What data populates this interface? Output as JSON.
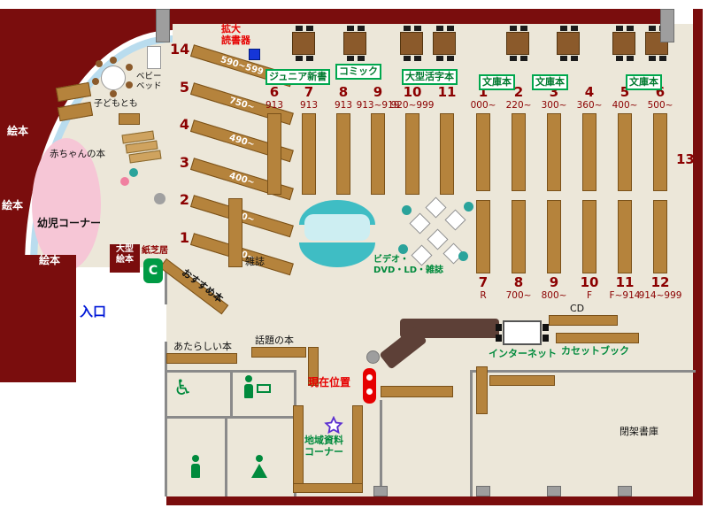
{
  "colors": {
    "wall": "#7a0d0d",
    "floor": "#ece7d9",
    "shelf": "#b5833c",
    "shelf_border": "#7a5119",
    "table": "#8b5a2b",
    "accent_blue": "#b9dcee",
    "pink": "#f6c6d6",
    "green": "#008a3c",
    "maroon": "#8b0000",
    "counter": "#5d4037",
    "teal": "#3fbdc4",
    "teal_light": "#cdeef2",
    "red": "#e60000",
    "blue": "#0018d8",
    "gray": "#9e9e9e"
  },
  "children_area": {
    "infant_corner": "幼児コーナー",
    "baby_books": "赤ちゃんの本",
    "picture_books_1": "絵本",
    "picture_books_2": "絵本",
    "picture_books_3": "絵本",
    "large_picture_books_line1": "大型",
    "large_picture_books_line2": "絵本",
    "kamishibai": "紙芝居",
    "c_seat": "C",
    "baby_bed_line1": "ベビー",
    "baby_bed_line2": "ベッド",
    "kodomo_no_tomo": "子どもとも"
  },
  "entrance_label": "入口",
  "magnifier": {
    "line1": "拡大",
    "line2": "読書器"
  },
  "green_boxes": [
    {
      "label": "ジュニア新書"
    },
    {
      "label": "コミック"
    },
    {
      "label": "大型活字本"
    },
    {
      "label": "文庫本"
    },
    {
      "label": "文庫本"
    },
    {
      "label": "文庫本"
    }
  ],
  "diagonal_shelves": [
    {
      "no": "14",
      "range": "590~599"
    },
    {
      "no": "5",
      "range": "750~"
    },
    {
      "no": "4",
      "range": "490~"
    },
    {
      "no": "3",
      "range": "400~"
    },
    {
      "no": "2",
      "range": "280~"
    },
    {
      "no": "1",
      "range": "000~"
    }
  ],
  "stacks_left": [
    {
      "no": "6",
      "range": "913"
    },
    {
      "no": "7",
      "range": "913"
    },
    {
      "no": "8",
      "range": "913"
    },
    {
      "no": "9",
      "range": "913~919"
    },
    {
      "no": "10",
      "range": "920~999"
    },
    {
      "no": "11",
      "range": ""
    }
  ],
  "stacks_right_top": [
    {
      "no": "1",
      "range": "000~"
    },
    {
      "no": "2",
      "range": "220~"
    },
    {
      "no": "3",
      "range": "300~"
    },
    {
      "no": "4",
      "range": "360~"
    },
    {
      "no": "5",
      "range": "400~"
    },
    {
      "no": "6",
      "range": "500~"
    }
  ],
  "stacks_right_bottom": [
    {
      "no": "7",
      "range": "R"
    },
    {
      "no": "8",
      "range": "700~"
    },
    {
      "no": "9",
      "range": "800~"
    },
    {
      "no": "10",
      "range": "F"
    },
    {
      "no": "11",
      "range": "F~914"
    },
    {
      "no": "12",
      "range": "914~999"
    }
  ],
  "wall_shelf_no": "13",
  "center_labels": {
    "magazines": "雑誌",
    "video_line1": "ビデオ・",
    "video_line2": "DVD・LD・雑誌",
    "recommended": "おすすめ本",
    "new_books": "あたらしい本",
    "topic_books": "話題の本",
    "current_location": "現在位置",
    "local_materials_line1": "地域資料",
    "local_materials_line2": "コーナー",
    "internet": "インターネット",
    "cd": "CD",
    "cassette_books": "カセットブック",
    "closed_stacks": "閉架書庫"
  }
}
